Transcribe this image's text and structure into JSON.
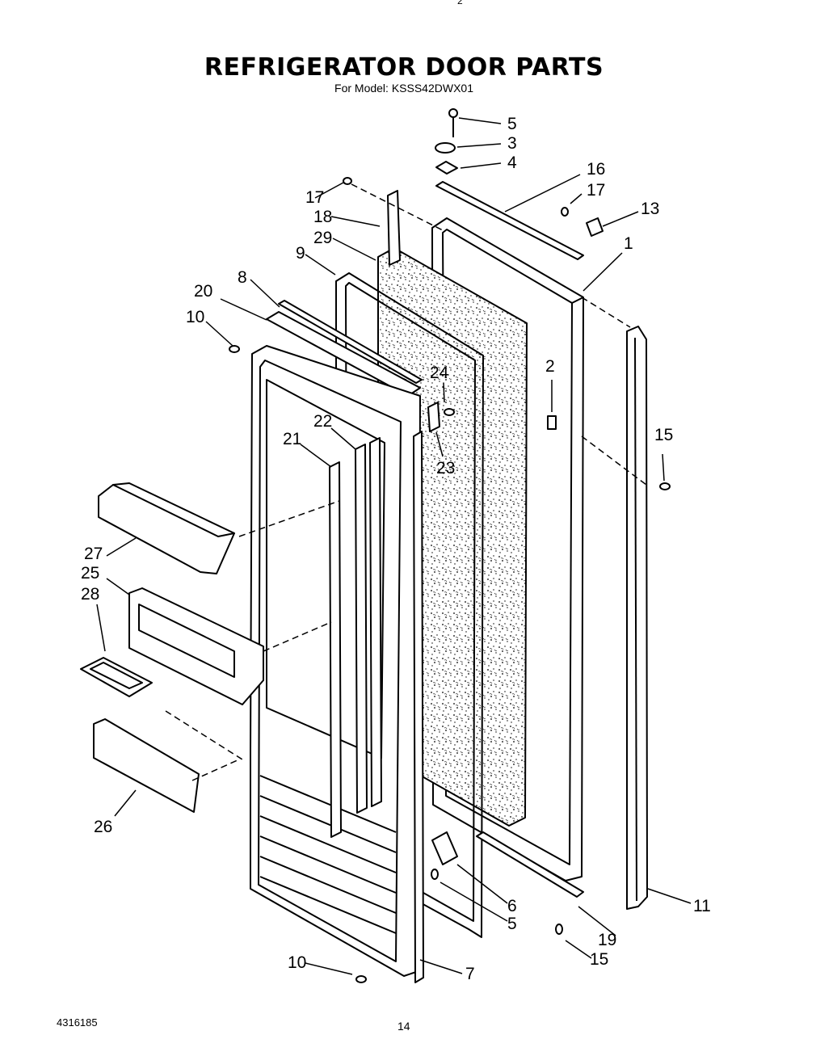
{
  "header": {
    "title": "REFRIGERATOR DOOR PARTS",
    "subtitle": "For Model: KSSS42DWX01",
    "top_mark": "2"
  },
  "footer": {
    "doc_number": "4316185",
    "page_number": "14"
  },
  "callouts": [
    "1",
    "2",
    "3",
    "4",
    "5",
    "6",
    "7",
    "8",
    "9",
    "10",
    "11",
    "13",
    "15",
    "16",
    "17",
    "18",
    "19",
    "20",
    "21",
    "22",
    "23",
    "24",
    "25",
    "26",
    "27",
    "28",
    "29"
  ],
  "colors": {
    "line": "#000000",
    "background": "#ffffff"
  }
}
